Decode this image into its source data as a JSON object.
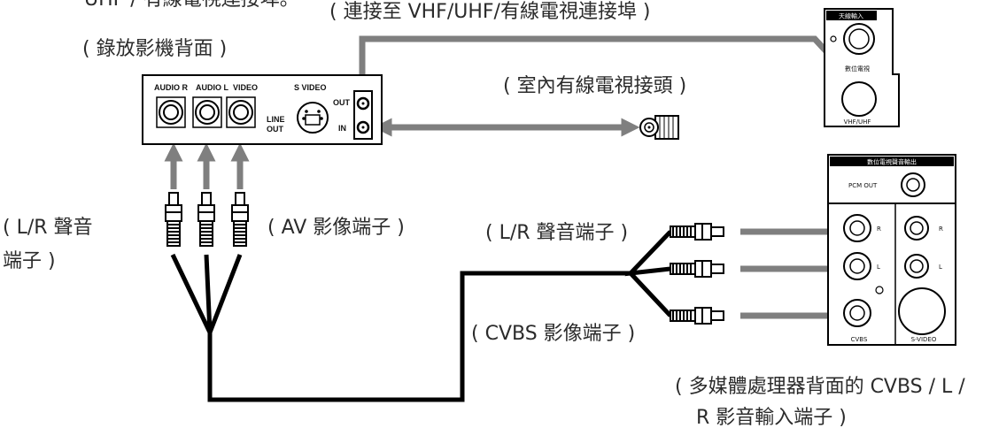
{
  "captions": {
    "top_left": "UHF / 有線電視連接埠。",
    "top_center": "( 連接至 VHF/UHF/有線電視連接埠 )",
    "vcr_back": "( 錄放影機背面 )",
    "indoor_cable": "( 室內有線電視接頭 )",
    "lr_audio_left_1": "( L/R  聲音",
    "lr_audio_left_2": "端子 )",
    "av_video": "( AV 影像端子 )",
    "lr_audio_right": "( L/R 聲音端子 )",
    "cvbs_video": "( CVBS 影像端子 )",
    "processor_back_1": "( 多媒體處理器背面的 CVBS / L /",
    "processor_back_2": "R 影音輸入端子 )"
  },
  "vcr_panel": {
    "audio_r": "AUDIO R",
    "audio_l": "AUDIO L",
    "video": "VIDEO",
    "s_video": "S VIDEO",
    "line_out_1": "LINE",
    "line_out_2": "OUT",
    "out": "OUT",
    "in": "IN"
  },
  "tv_panel": {
    "antenna_in": "天線輸入",
    "digital_tv": "數位電視",
    "vhf_uhf": "VHF/UHF"
  },
  "processor_panel": {
    "digital_audio_out": "數位電視聲音輸出",
    "pcm_out": "PCM OUT",
    "r": "R",
    "l": "L",
    "r2": "R",
    "l2": "L",
    "cvbs": "CVBS",
    "s_video": "S-VIDEO"
  },
  "colors": {
    "arrow": "#7f7f7f",
    "cable": "#000000",
    "text": "#2b2b2b"
  }
}
